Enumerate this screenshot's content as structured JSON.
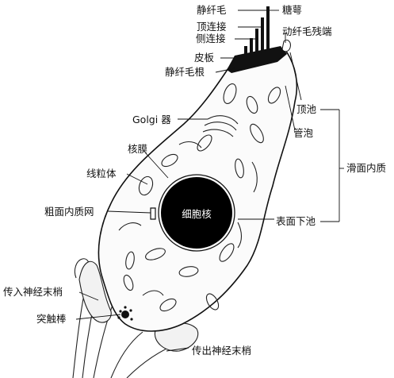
{
  "diagram": {
    "labels": {
      "stereocilia": "静纤毛",
      "tip_link": "顶连接",
      "side_link": "侧连接",
      "cuticular_plate": "皮板",
      "stereocilia_root": "静纤毛根",
      "golgi": "Golgi 器",
      "nuclear_membrane": "核膜",
      "mitochondrion": "线粒体",
      "rough_er": "粗面内质网",
      "nucleus": "细胞核",
      "afferent_ending": "传入神经末梢",
      "synaptic_ribbon": "突触棒",
      "efferent_ending": "传出神经末梢",
      "glycocalyx": "糖萼",
      "kinocilium_remnant": "动纤毛残端",
      "apical_cistern": "顶池",
      "tubular_vesicle": "管泡",
      "smooth_er": "滑面内质",
      "subsurface_cistern": "表面下池"
    }
  }
}
